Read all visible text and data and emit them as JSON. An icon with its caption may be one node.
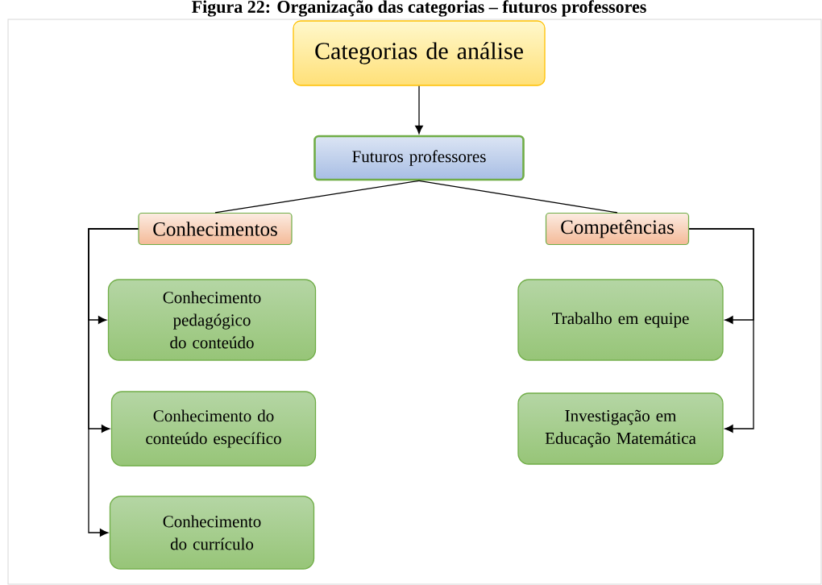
{
  "diagram": {
    "title": "Figura 22: Organização das categorias – futuros professores",
    "nodes": [
      {
        "text": [
          "Categorias de análise"
        ]
      },
      {
        "text": [
          "Futuros professores"
        ]
      },
      {
        "text": [
          "Conhecimentos"
        ]
      },
      {
        "text": [
          "Competências"
        ]
      },
      {
        "text": [
          "Conhecimento pedagógico do conteúdo"
        ]
      },
      {
        "text": [
          "Conhecimento do conteúdo específico"
        ]
      },
      {
        "text": [
          "Conhecimento do currículo"
        ]
      },
      {
        "text": [
          "Trabalho em equipe"
        ]
      },
      {
        "text": [
          "Investigação em Educação Matemática"
        ]
      }
    ],
    "edges": [
      {
        "from": 0,
        "to": 1,
        "arrow": "to"
      },
      {
        "from": 1,
        "to": 2,
        "arrow": "none"
      },
      {
        "from": 1,
        "to": 3,
        "arrow": "none"
      },
      {
        "from": 2,
        "to": 4,
        "arrow": "to"
      },
      {
        "from": 2,
        "to": 5,
        "arrow": "to"
      },
      {
        "from": 2,
        "to": 6,
        "arrow": "to"
      },
      {
        "from": 3,
        "to": 7,
        "arrow": "to"
      },
      {
        "from": 3,
        "to": 8,
        "arrow": "to"
      }
    ]
  }
}
